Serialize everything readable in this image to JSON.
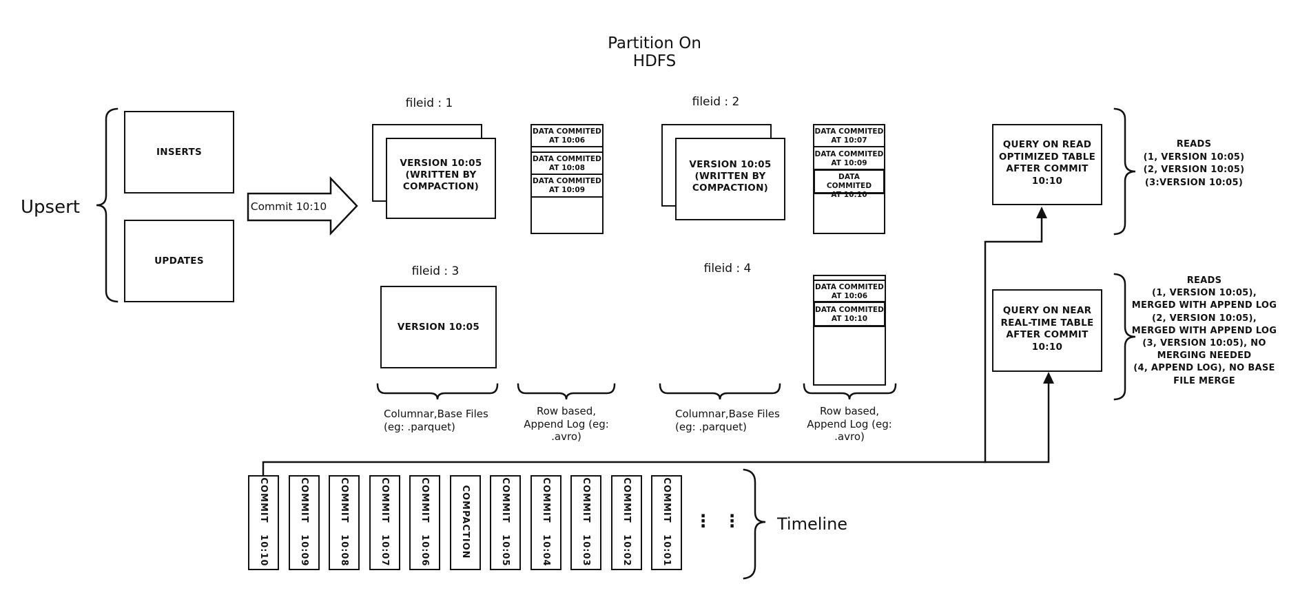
{
  "title": "Partition On HDFS",
  "upsert": {
    "label": "Upsert",
    "inserts": "INSERTS",
    "updates": "UPDATES",
    "arrow_label": "Commit 10:10"
  },
  "filegroups": {
    "f1_label": "fileid : 1",
    "f1_base": "VERSION 10:05\n(WRITTEN BY\nCOMPACTION)",
    "f2_label": "fileid : 2",
    "f2_base": "VERSION 10:05\n(WRITTEN BY\nCOMPACTION)",
    "f3_label": "fileid : 3",
    "f3_base": "VERSION 10:05",
    "f4_label": "fileid : 4"
  },
  "logs": {
    "log1": [
      "DATA COMMITED\nAT 10:06",
      "DATA COMMITED\nAT 10:08",
      "DATA COMMITED\nAT 10:09"
    ],
    "log2": [
      "DATA COMMITED\nAT 10:07",
      "DATA COMMITED\nAT 10:09",
      "DATA COMMITED\nAT 10:10"
    ],
    "log4": [
      "DATA COMMITED\nAT 10:06",
      "DATA COMMITED\nAT 10:10"
    ]
  },
  "brace_labels": {
    "columnar": "Columnar,Base Files\n(eg: .parquet)",
    "row_based": "Row based,\nAppend Log  (eg:\n.avro)"
  },
  "queries": {
    "read_optimized": "QUERY ON READ\nOPTIMIZED TABLE\nAFTER COMMIT\n10:10",
    "read_optimized_reads": "READS\n(1, VERSION 10:05)\n(2, VERSION 10:05)\n(3:VERSION 10:05)",
    "near_realtime": "QUERY ON NEAR\nREAL-TIME TABLE\nAFTER COMMIT\n10:10",
    "near_realtime_reads": "READS\n(1, VERSION 10:05),\nMERGED WITH APPEND LOG\n(2, VERSION 10:05),\nMERGED WITH APPEND LOG\n(3, VERSION 10:05), NO\nMERGING NEEDED\n(4, APPEND LOG), NO BASE\nFILE MERGE"
  },
  "timeline": {
    "label": "Timeline",
    "ellipsis": "⋮",
    "items": [
      "COMMIT   10:10",
      "COMMIT   10:09",
      "COMMIT   10:08",
      "COMMIT   10:07",
      "COMMIT   10:06",
      "COMPACTION",
      "COMMIT   10:05",
      "COMMIT   10:04",
      "COMMIT   10:03",
      "COMMIT   10:02",
      "COMMIT   10:01"
    ]
  }
}
